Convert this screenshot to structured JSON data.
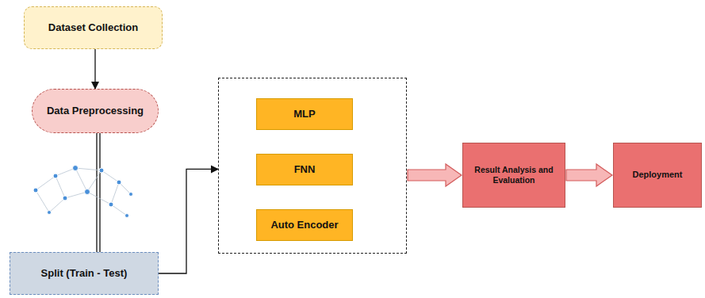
{
  "diagram": {
    "nodes": [
      {
        "text": [
          "Dataset Collection"
        ]
      },
      {
        "text": [
          "Data Preprocessing"
        ]
      },
      {
        "text": [
          "Split (Train - Test)"
        ]
      },
      {
        "text": []
      },
      {
        "text": [
          "MLP"
        ],
        "in": 3
      },
      {
        "text": [
          "FNN"
        ],
        "in": 3
      },
      {
        "text": [
          "Auto Encoder"
        ],
        "in": 3
      },
      {
        "text": [
          "Result Analysis and Evaluation"
        ]
      },
      {
        "text": [
          "Deployment"
        ]
      }
    ],
    "edges": [
      {
        "from": 0,
        "to": 1,
        "arrow": "to"
      },
      {
        "from": 1,
        "to": 2,
        "arrow": "none"
      },
      {
        "from": 2,
        "to": 3,
        "arrow": "to"
      },
      {
        "from": 3,
        "to": 7,
        "arrow": "to"
      },
      {
        "from": 7,
        "to": 8,
        "arrow": "to"
      }
    ]
  }
}
